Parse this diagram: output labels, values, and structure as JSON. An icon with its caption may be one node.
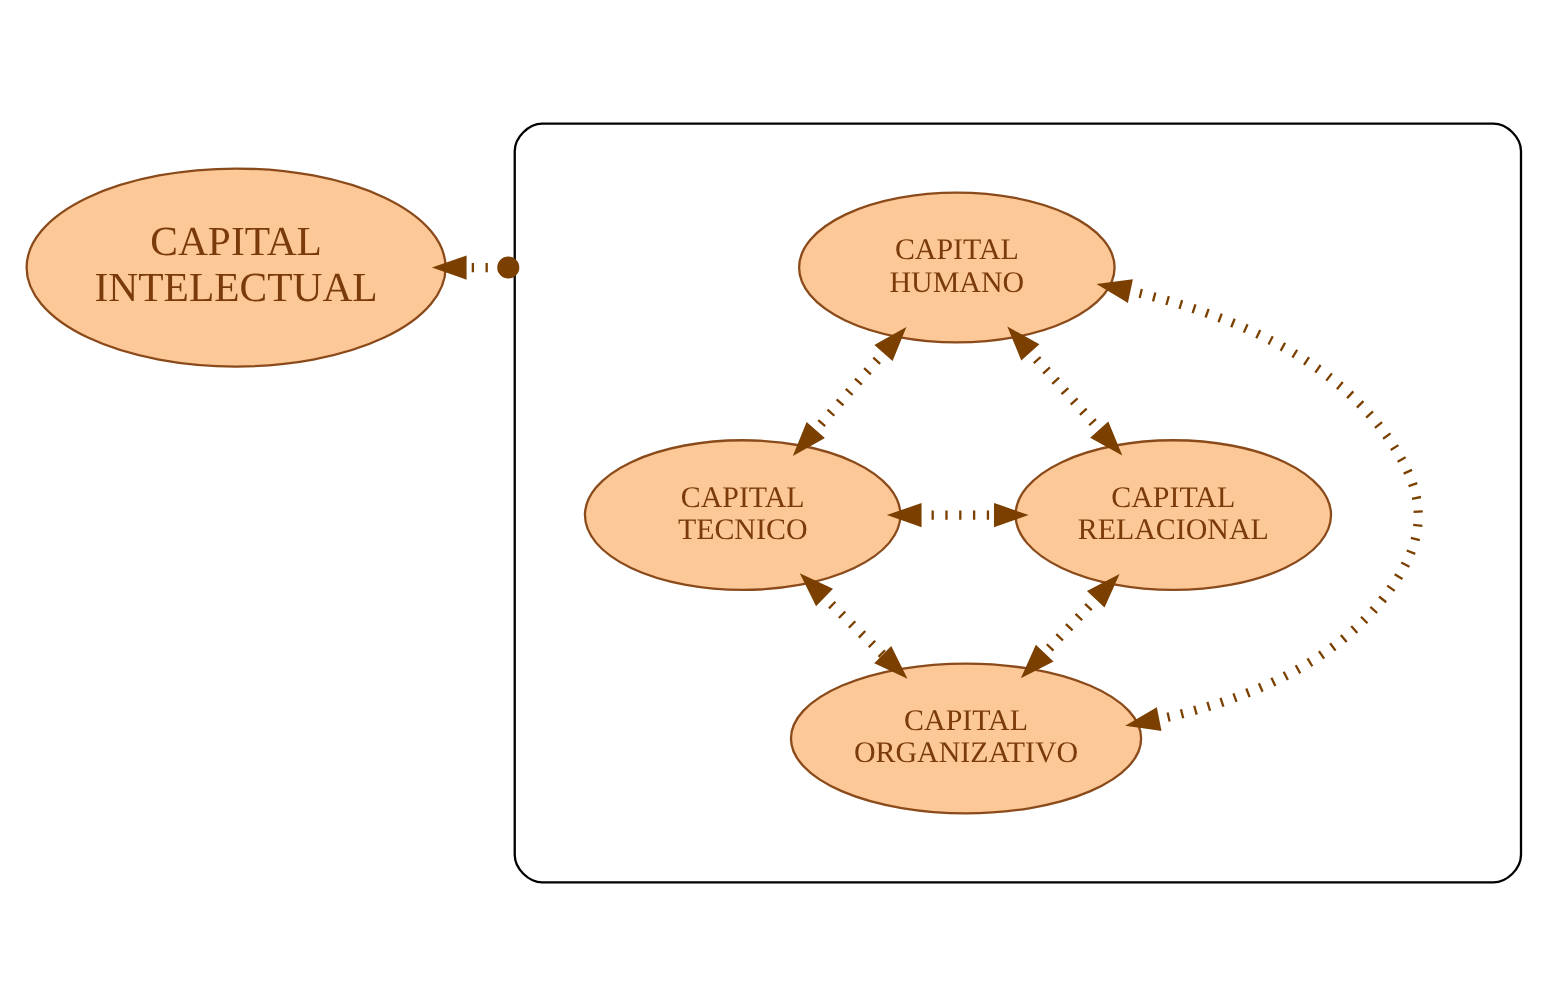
{
  "diagram": {
    "nodes": [
      {
        "text": [
          "CAPITAL INTELECTUAL"
        ]
      },
      {
        "text": [],
        "shape": "ellipse"
      },
      {
        "text": [
          "CAPITAL HUMANO"
        ],
        "in": 1
      },
      {
        "text": [
          "CAPITAL TECNICO"
        ],
        "in": 1
      },
      {
        "text": [
          "CAPITAL RELACIONAL"
        ],
        "in": 1
      },
      {
        "text": [
          "CAPITAL ORGANIZATIVO"
        ],
        "in": 1
      }
    ],
    "edges": [
      {
        "from": 1,
        "to": 0,
        "arrow": "to"
      },
      {
        "from": 2,
        "to": 3,
        "arrow": "both"
      },
      {
        "from": 2,
        "to": 4,
        "arrow": "both"
      },
      {
        "from": 2,
        "to": 5,
        "arrow": "both"
      },
      {
        "from": 3,
        "to": 4,
        "arrow": "both"
      },
      {
        "from": 3,
        "to": 5,
        "arrow": "both"
      },
      {
        "from": 4,
        "to": 5,
        "arrow": "both"
      }
    ]
  }
}
